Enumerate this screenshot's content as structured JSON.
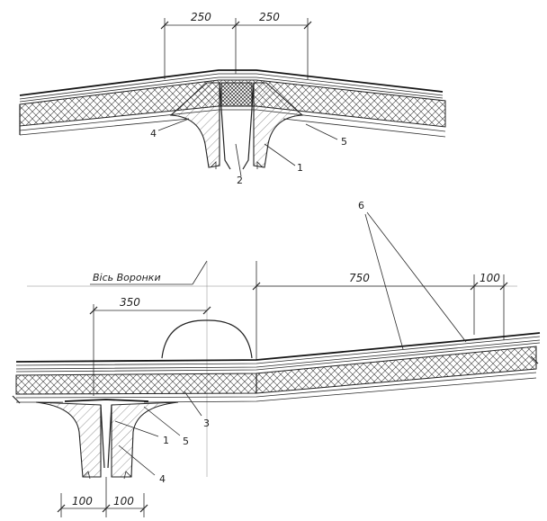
{
  "top_detail": {
    "dim_left": "250",
    "dim_right": "250",
    "callouts": [
      "4",
      "5",
      "2",
      "1"
    ]
  },
  "bottom_detail": {
    "axis_label": "Вісь Воронки",
    "dim_main": "350",
    "dim_long": "750",
    "dim_small": "100",
    "dim_bottom_left": "100",
    "dim_bottom_right": "100",
    "callouts": [
      "6",
      "3",
      "5",
      "1",
      "4"
    ]
  }
}
